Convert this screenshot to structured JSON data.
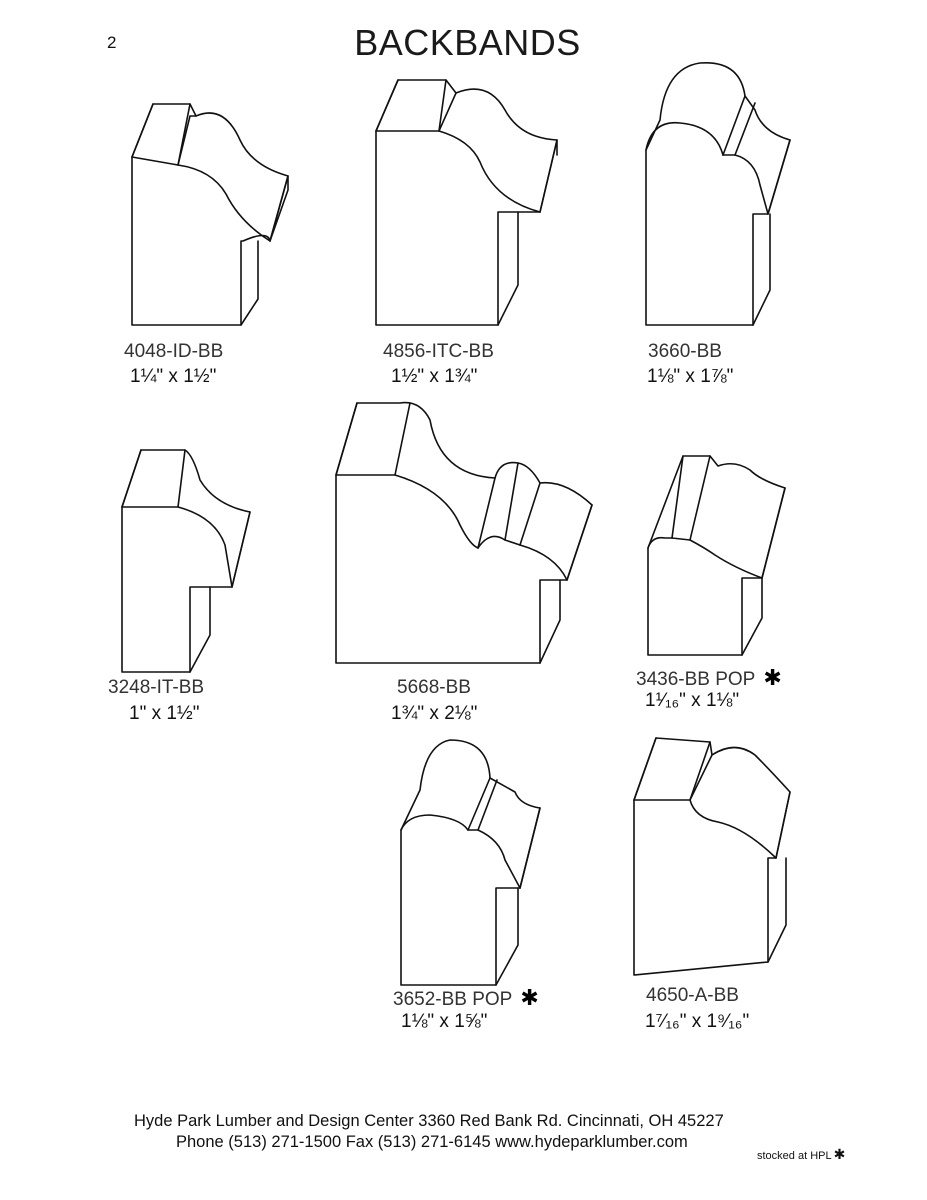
{
  "page": {
    "number": "2",
    "title": "BACKBANDS"
  },
  "profiles": [
    {
      "name": "4048-ID-BB",
      "size": "1¼\" x 1½\""
    },
    {
      "name": "4856-ITC-BB",
      "size": "1½\" x 1¾\""
    },
    {
      "name": "3660-BB",
      "size": "1⅛\" x 1⅞\""
    },
    {
      "name": "3248-IT-BB",
      "size": "1\" x 1½\""
    },
    {
      "name": "5668-BB",
      "size": "1¾\" x 2⅛\""
    },
    {
      "name": "3436-BB POP",
      "size": "1¹⁄₁₆\" x 1⅛\"",
      "stocked_mark": "✱"
    },
    {
      "name": "3652-BB POP",
      "size": "1⅛\" x 1⅝\"",
      "stocked_mark": "✱"
    },
    {
      "name": "4650-A-BB",
      "size": "1⁷⁄₁₆\" x 1⁹⁄₁₆\""
    }
  ],
  "footer": {
    "line1": "Hyde Park Lumber and Design Center  3360 Red Bank Rd.  Cincinnati, OH 45227",
    "line2": "Phone (513) 271-1500  Fax (513) 271-6145  www.hydeparklumber.com",
    "stock_note": "stocked at HPL",
    "stock_mark": "✱"
  }
}
